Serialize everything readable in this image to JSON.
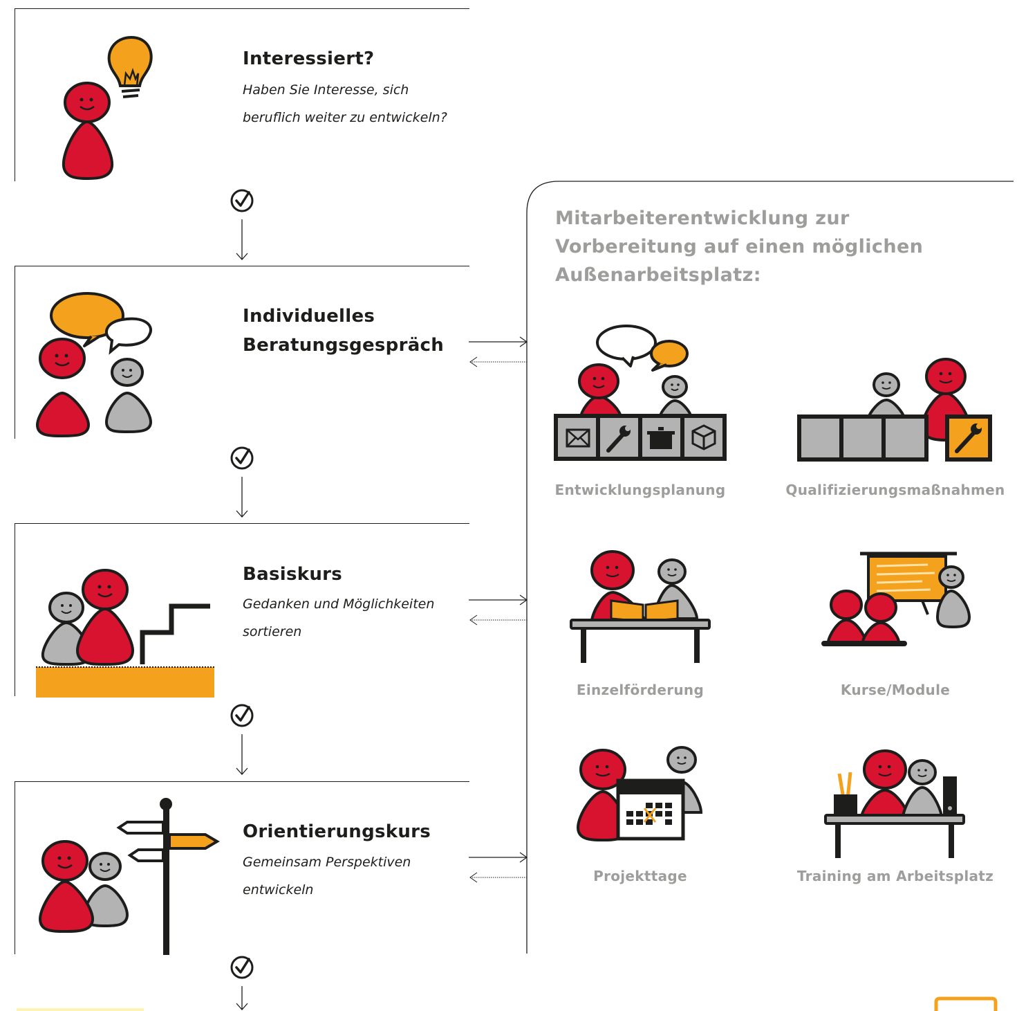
{
  "steps": [
    {
      "title": "Interessiert?",
      "subtitle": "Haben Sie Interesse, sich beruflich weiter zu entwickeln?"
    },
    {
      "title": "Individuelles Beratungsgespräch",
      "subtitle": ""
    },
    {
      "title": "Basiskurs",
      "subtitle": "Gedanken und Möglichkeiten sortieren"
    },
    {
      "title": "Orientierungskurs",
      "subtitle": "Gemeinsam Perspektiven entwickeln"
    }
  ],
  "panel": {
    "title": "Mitarbeiterentwicklung zur Vorbereitung auf einen möglichen Außenarbeitsplatz:",
    "items": [
      {
        "label": "Entwicklungsplanung",
        "icon": "development-planning-icon"
      },
      {
        "label": "Qualifizierungsmaßnahmen",
        "icon": "qualification-icon"
      },
      {
        "label": "Einzelförderung",
        "icon": "individual-support-icon"
      },
      {
        "label": "Kurse/Module",
        "icon": "courses-icon"
      },
      {
        "label": "Projekttage",
        "icon": "project-days-icon"
      },
      {
        "label": "Training am Arbeitsplatz",
        "icon": "workplace-training-icon"
      }
    ]
  },
  "colors": {
    "red": "#d7132f",
    "grey": "#b3b3b3",
    "orange": "#f4a11d",
    "dark": "#1d1d1b",
    "label_grey": "#9d9d9c"
  }
}
